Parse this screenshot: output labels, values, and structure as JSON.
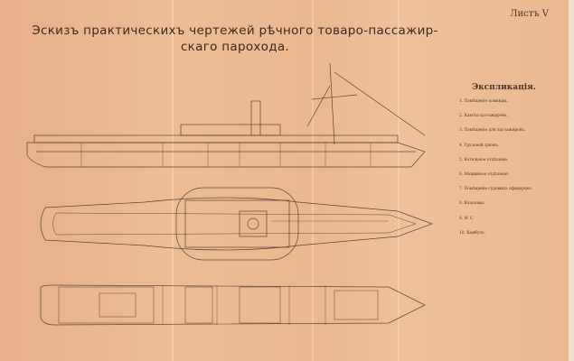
{
  "title_line1": "Эскизъ практическихъ чертежей рѣчного товаро-пассажир-",
  "title_line2": "скаго парохода.",
  "sheet_label": "Листъ V",
  "legend": {
    "heading": "Экспликація.",
    "items": [
      "1. Помѣщеніе команды.",
      "2. Каюты пассажировъ.",
      "3. Помѣщеніе для пассажировъ.",
      "4. Грузовой трюмъ.",
      "5. Котельное отдѣленіе.",
      "6. Машинное отдѣленіе.",
      "7. Помѣщеніе судовыхъ офицеровъ.",
      "8. Кладовая.",
      "9. W. C.",
      "10. Камбузъ."
    ]
  },
  "colors": {
    "paper": "#e8b68e",
    "ink": "#4a3528"
  }
}
